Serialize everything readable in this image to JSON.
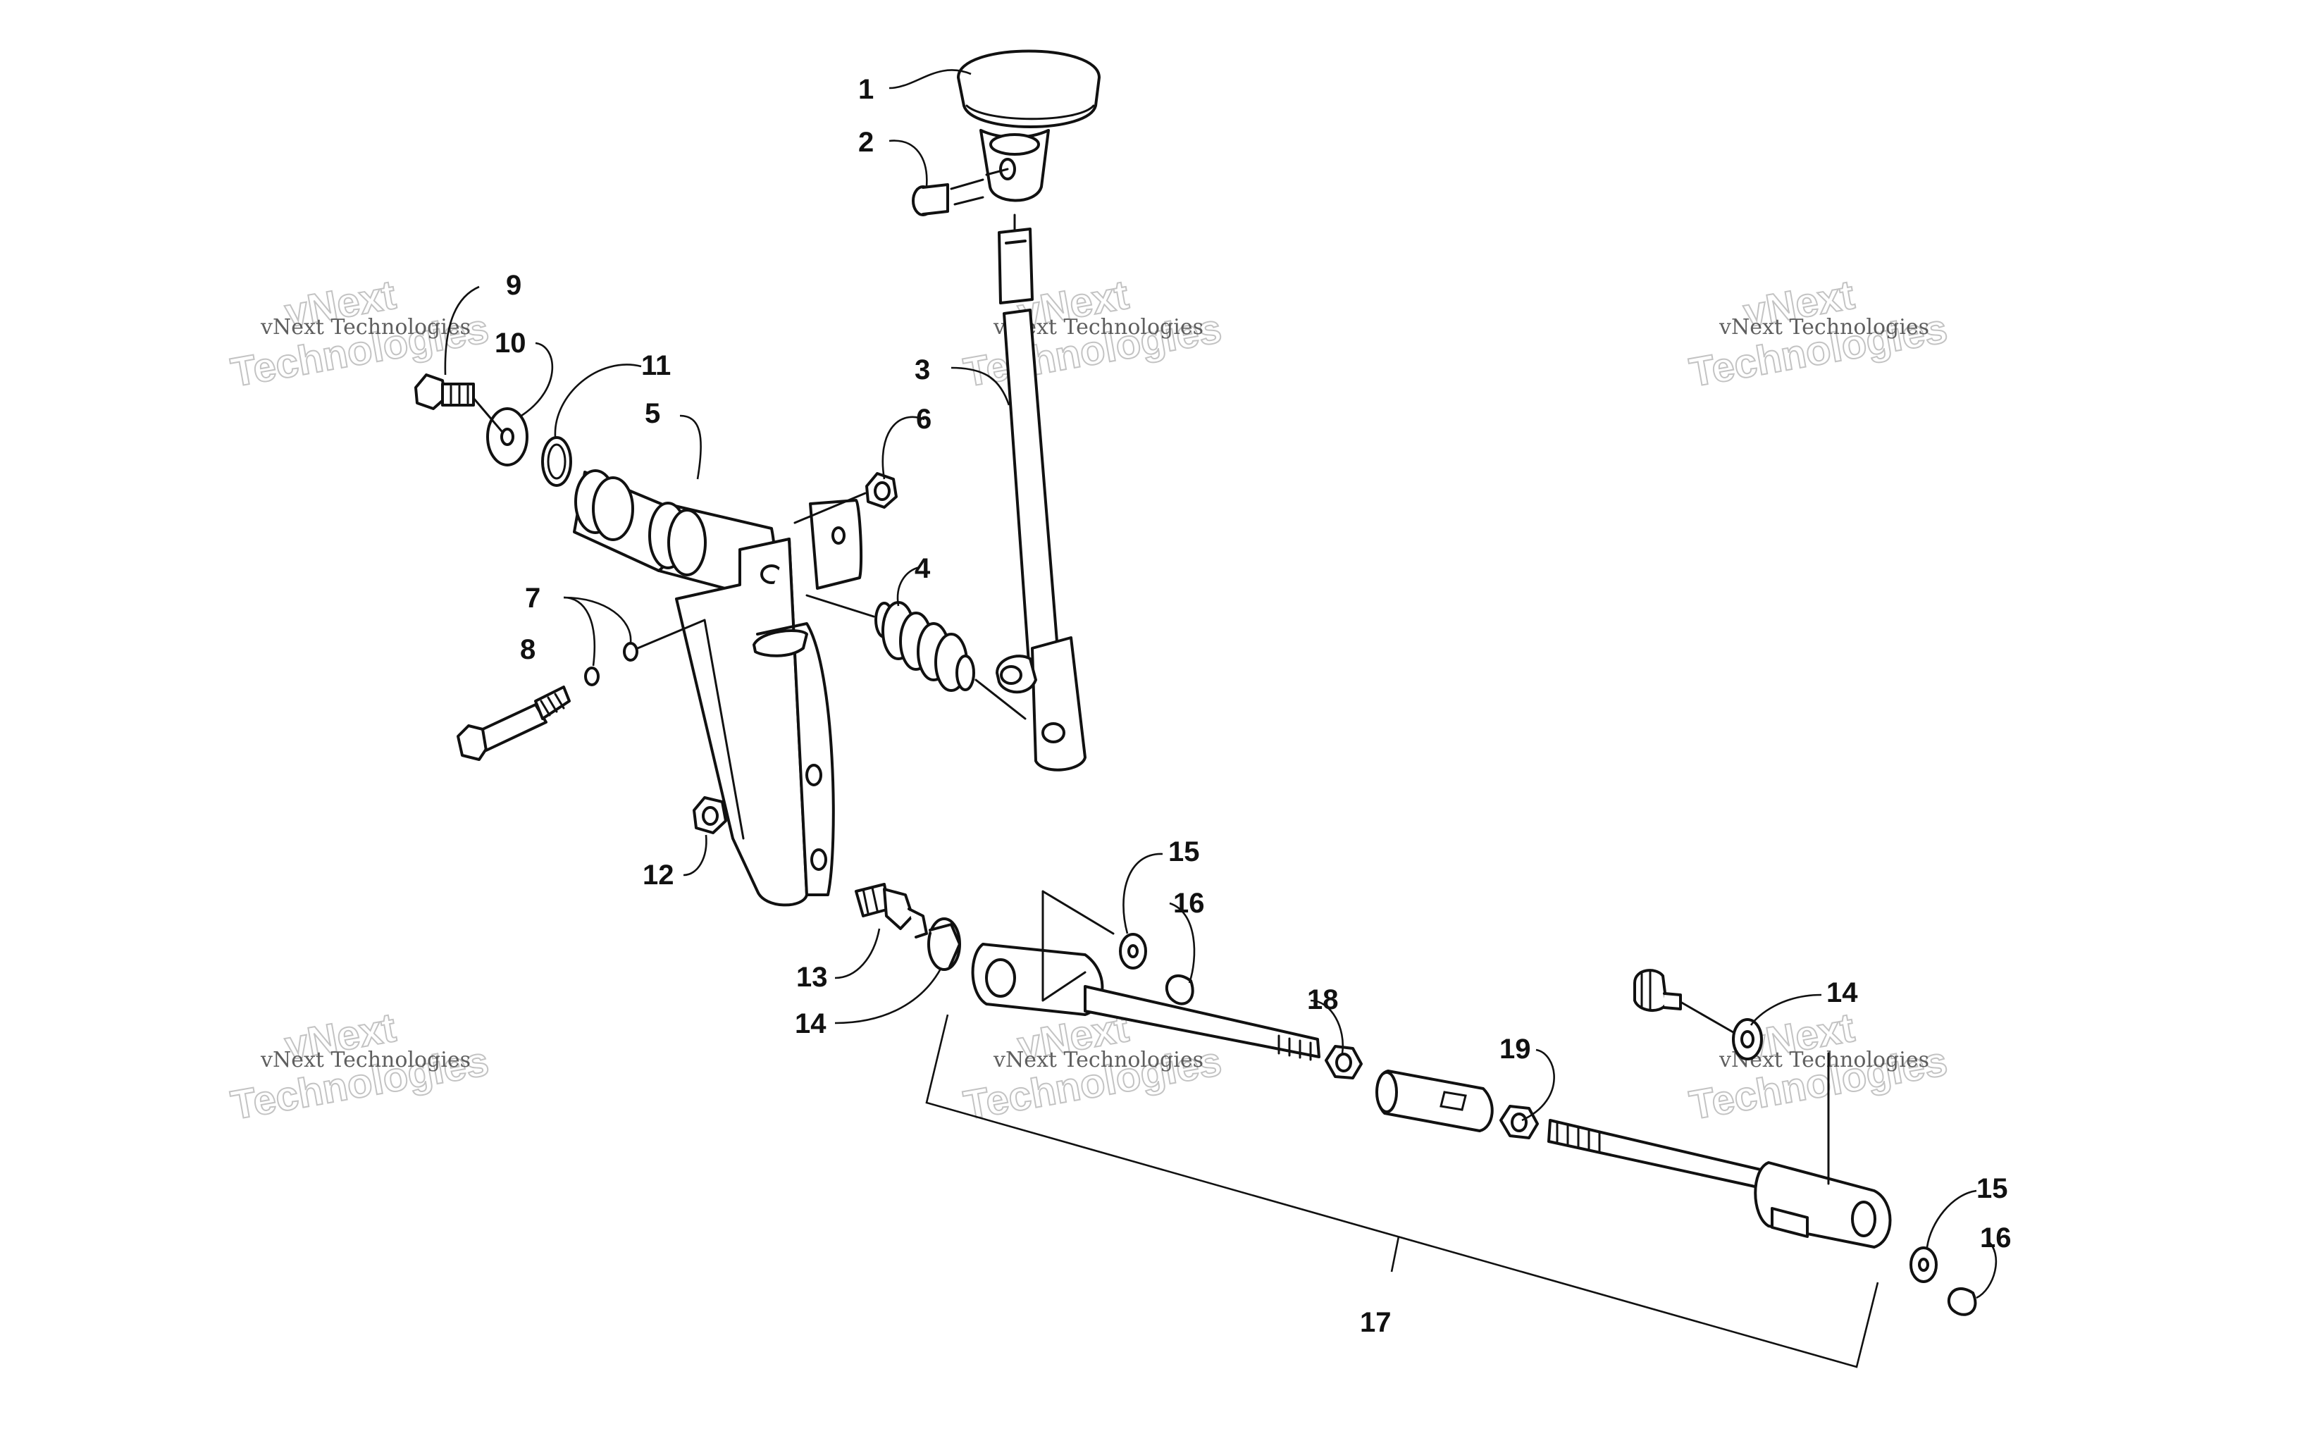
{
  "diagram": {
    "callouts": [
      "1",
      "2",
      "3",
      "4",
      "5",
      "6",
      "7",
      "8",
      "9",
      "10",
      "11",
      "12",
      "13",
      "14",
      "15",
      "16",
      "17",
      "18",
      "19"
    ],
    "callout_repeats": {
      "14b": "14",
      "15b": "15",
      "16b": "16"
    },
    "watermark": {
      "line1": "vNext Technologies",
      "line2": "Technologies",
      "line3": "vNext"
    }
  }
}
